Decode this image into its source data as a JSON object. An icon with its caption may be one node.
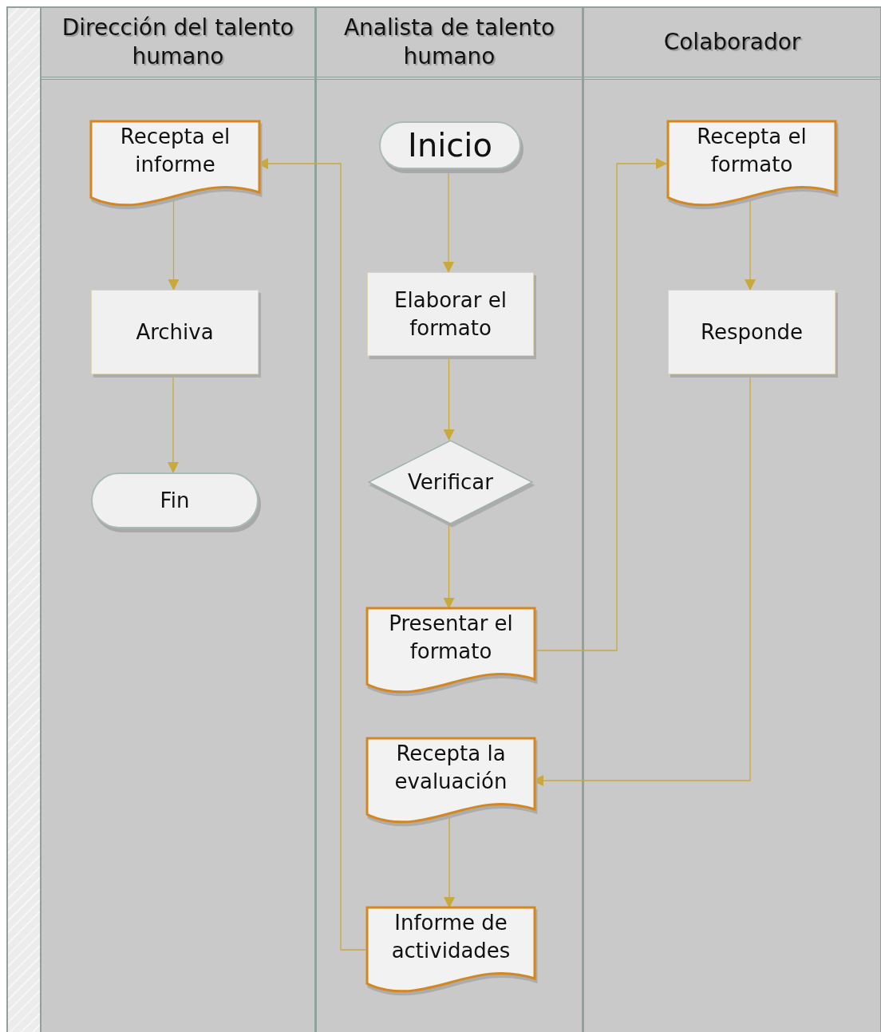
{
  "diagram": {
    "nodes": [
      {
        "text": [
          "Dirección del talento humano"
        ]
      },
      {
        "text": [
          "Analista de talento humano"
        ]
      },
      {
        "text": [
          "Colaborador"
        ]
      },
      {
        "text": [
          "Inicio"
        ],
        "in": 1
      },
      {
        "text": [
          "Recepta el informe"
        ],
        "in": 0
      },
      {
        "text": [
          "Recepta el formato"
        ],
        "in": 2
      },
      {
        "text": [
          "Elaborar el formato"
        ],
        "in": 1
      },
      {
        "text": [
          "Archiva"
        ],
        "in": 0
      },
      {
        "text": [
          "Responde"
        ],
        "in": 2
      },
      {
        "text": [
          "Verificar"
        ],
        "in": 1
      },
      {
        "text": [
          "Fin"
        ],
        "in": 0
      },
      {
        "text": [
          "Presentar el formato"
        ],
        "in": 1
      },
      {
        "text": [
          "Recepta la evaluación"
        ],
        "in": 1
      },
      {
        "text": [
          "Informe de actividades"
        ],
        "in": 1
      }
    ],
    "edges": [
      {
        "from": 3,
        "to": 6,
        "arrow": "to"
      },
      {
        "from": 6,
        "to": 9,
        "arrow": "to"
      },
      {
        "from": 9,
        "to": 11,
        "arrow": "to"
      },
      {
        "from": 11,
        "to": 5,
        "arrow": "to"
      },
      {
        "from": 5,
        "to": 8,
        "arrow": "to"
      },
      {
        "from": 8,
        "to": 12,
        "arrow": "to"
      },
      {
        "from": 12,
        "to": 13,
        "arrow": "to"
      },
      {
        "from": 13,
        "to": 4,
        "arrow": "to"
      },
      {
        "from": 4,
        "to": 7,
        "arrow": "to"
      },
      {
        "from": 7,
        "to": 10,
        "arrow": "to"
      }
    ]
  }
}
